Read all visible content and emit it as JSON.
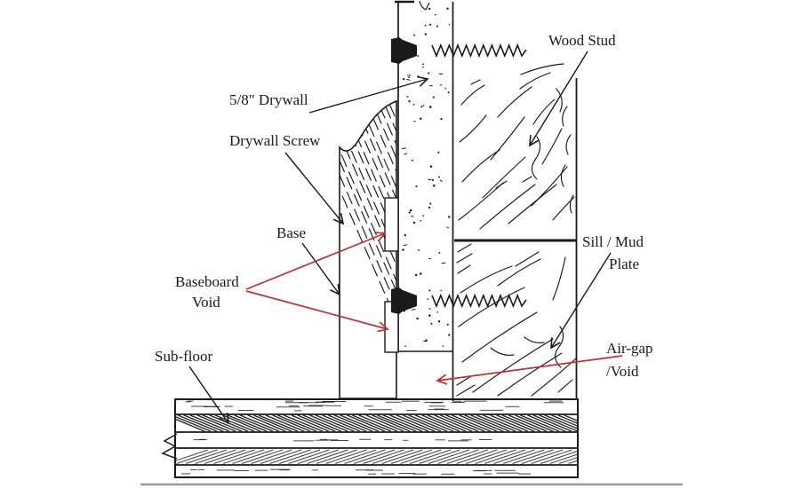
{
  "title": "Baseboard and wall section detail diagram",
  "colors": {
    "ink": "#1a1a1a",
    "red": "#c23030",
    "ground": "#9a9a9a",
    "bg": "#ffffff"
  },
  "labels": {
    "drywall": "5/8\" Drywall",
    "drywall_screw": "Drywall Screw",
    "base": "Base",
    "baseboard_void_line1": "Baseboard",
    "baseboard_void_line2": "Void",
    "subfloor": "Sub-floor",
    "wood_stud": "Wood Stud",
    "sill_line1": "Sill / Mud",
    "sill_line2": "Plate",
    "airgap_line1": "Air-gap",
    "airgap_line2": "/Void"
  }
}
